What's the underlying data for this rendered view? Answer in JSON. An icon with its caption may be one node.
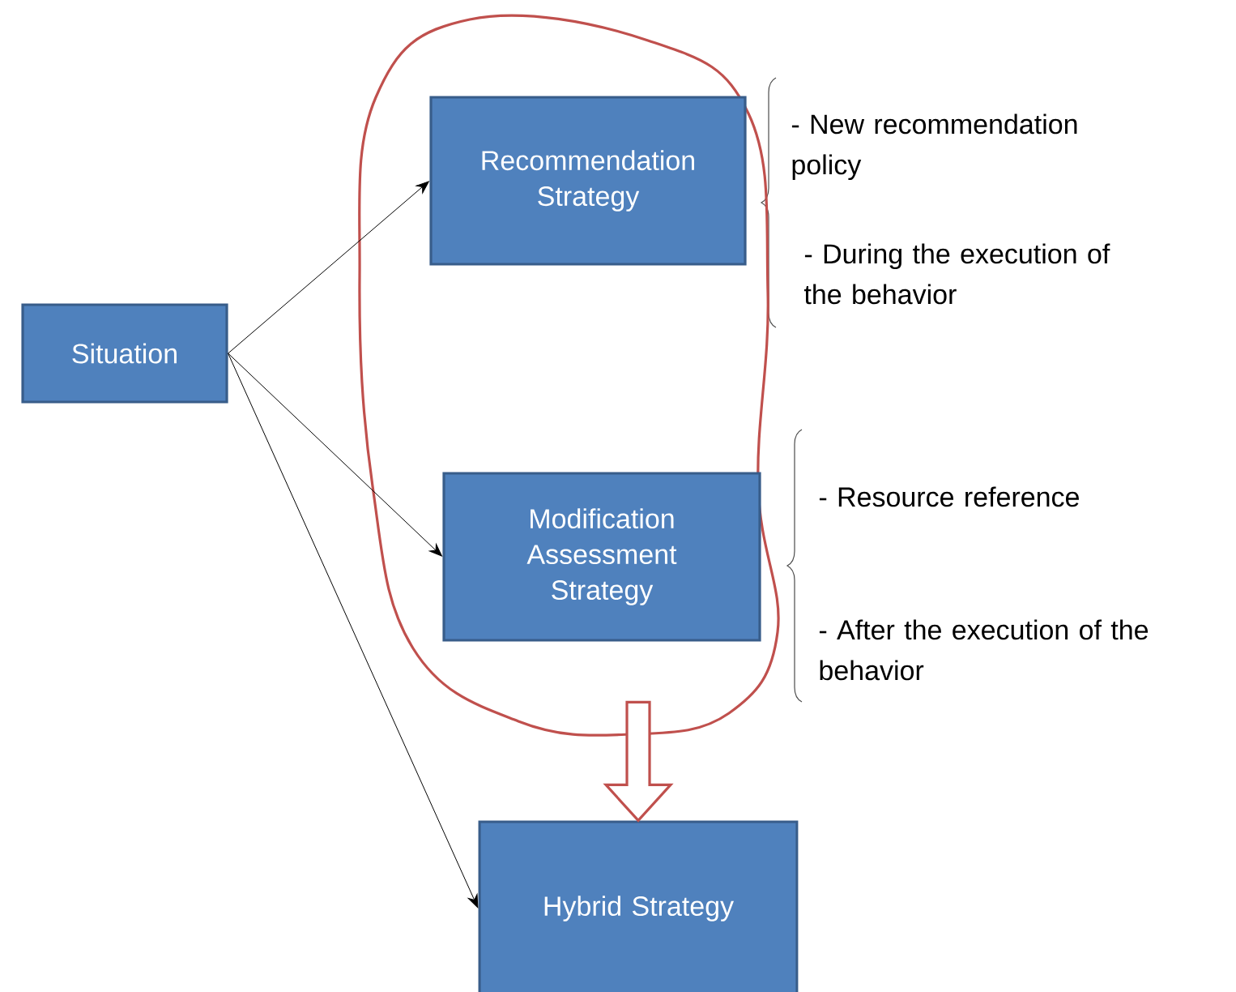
{
  "diagram": {
    "nodes": [
      {
        "text": [
          "Situation"
        ]
      },
      {
        "text": [],
        "shape": "loop"
      },
      {
        "text": [
          "Recommendation Strategy"
        ],
        "in": 1
      },
      {
        "text": [
          "Modification Assessment Strategy"
        ],
        "in": 1
      },
      {
        "text": [
          "Hybrid Strategy"
        ]
      }
    ],
    "edges": [
      {
        "from": 0,
        "to": 2,
        "arrow": "to"
      },
      {
        "from": 0,
        "to": 3,
        "arrow": "to"
      },
      {
        "from": 0,
        "to": 4,
        "arrow": "to"
      },
      {
        "from": 1,
        "to": 4,
        "arrow": "to",
        "style": "thick",
        "color": "#c0504d"
      }
    ],
    "labels": [
      "- New recommendation policy",
      "- During the execution of the behavior",
      "- Resource reference",
      "- After the execution of the behavior"
    ]
  }
}
